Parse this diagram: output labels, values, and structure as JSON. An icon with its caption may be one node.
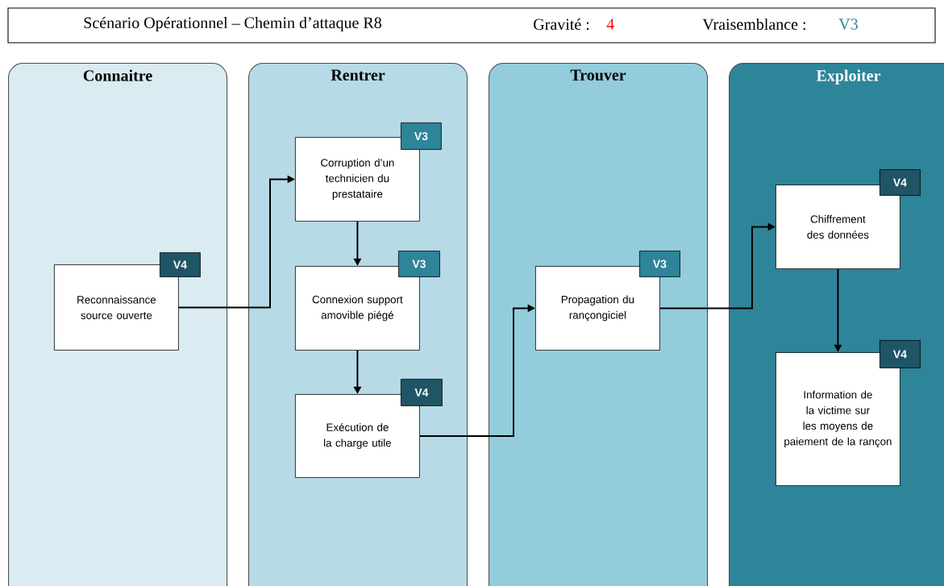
{
  "diagram": {
    "title": "Scénario Opérationnel – Chemin d’attaque R8",
    "nodes": [
      {
        "text": [
          "Connaitre"
        ]
      },
      {
        "text": [
          "Reconnaissance source ouverte"
        ],
        "in": 0
      },
      {
        "text": [
          "V4"
        ],
        "in": 0
      },
      {
        "text": [
          "Rentrer"
        ]
      },
      {
        "text": [
          "Corruption d’un technicien du prestataire"
        ],
        "in": 3
      },
      {
        "text": [
          "V3"
        ],
        "in": 3
      },
      {
        "text": [
          "Connexion support amovible piégé"
        ],
        "in": 3
      },
      {
        "text": [
          "V3"
        ],
        "in": 3
      },
      {
        "text": [
          "Exécution de la charge utile"
        ],
        "in": 3
      },
      {
        "text": [
          "V4"
        ],
        "in": 3
      },
      {
        "text": [
          "Trouver"
        ]
      },
      {
        "text": [
          "Propagation du rançongiciel"
        ],
        "in": 10
      },
      {
        "text": [
          "V3"
        ],
        "in": 10
      },
      {
        "text": [
          "Exploiter"
        ]
      },
      {
        "text": [
          "Chiffrement des données"
        ],
        "in": 13
      },
      {
        "text": [
          "V4"
        ],
        "in": 13
      },
      {
        "text": [
          "Information de la victime sur les moyens de paiement de la rançon"
        ],
        "in": 13
      },
      {
        "text": [
          "V4"
        ],
        "in": 13
      }
    ],
    "edges": [
      {
        "from": 1,
        "to": 4,
        "arrow": "to"
      },
      {
        "from": 4,
        "to": 6,
        "arrow": "to"
      },
      {
        "from": 6,
        "to": 8,
        "arrow": "to"
      },
      {
        "from": 8,
        "to": 11,
        "arrow": "to"
      },
      {
        "from": 11,
        "to": 14,
        "arrow": "to"
      },
      {
        "from": 14,
        "to": 16,
        "arrow": "to"
      }
    ],
    "labels": [
      "Gravité :",
      "4",
      "Vraisemblance :",
      "V3"
    ]
  }
}
